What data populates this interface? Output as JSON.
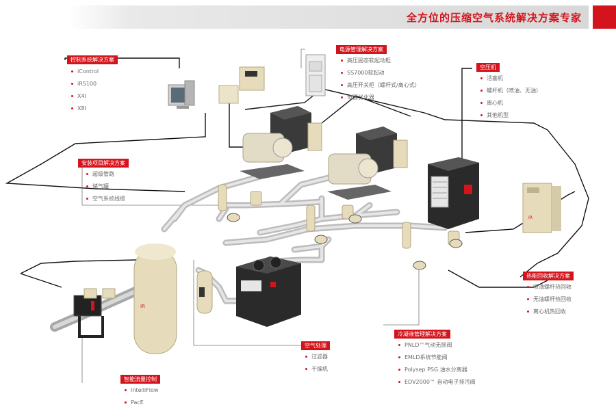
{
  "banner": {
    "title": "全方位的压缩空气系统解决方案专家"
  },
  "sections": {
    "control": {
      "label": "控制系统解决方案",
      "items": [
        "iControl",
        "iR5100",
        "X4I",
        "X8I"
      ]
    },
    "power": {
      "label": "电源管理解决方案",
      "items": [
        "高压固态软起动柜",
        "SS7000软起动",
        "高压开关柜（螺杆式/离心式）",
        "电源优化器"
      ]
    },
    "compressor": {
      "label": "空压机",
      "items": [
        "活塞机",
        "螺杆机（喷油、无油）",
        "离心机",
        "其他机型"
      ]
    },
    "install": {
      "label": "安装项目解决方案",
      "items": [
        "超级管路",
        "储气罐",
        "空气系统线缆"
      ]
    },
    "heat": {
      "label": "热能回收解决方案",
      "items": [
        "喷油螺杆热回收",
        "无油螺杆热回收",
        "离心机热回收"
      ]
    },
    "condensate": {
      "label": "冷凝液管理解决方案",
      "items": [
        "PNLD™气动无损阀",
        "EMLD系统节能阀",
        "Polysep PSG 油水分离器",
        "EDV2000™ 自动电子排污阀"
      ]
    },
    "air": {
      "label": "空气处理",
      "items": [
        "过滤器",
        "干燥机"
      ]
    },
    "flow": {
      "label": "智能流量控制",
      "items": [
        "IntelliFlow",
        "PacE"
      ]
    }
  },
  "colors": {
    "accent": "#d4141c",
    "pipe": "#c8c8c8",
    "cream": "#e6dcbc",
    "machine": "#2a2a2a"
  }
}
